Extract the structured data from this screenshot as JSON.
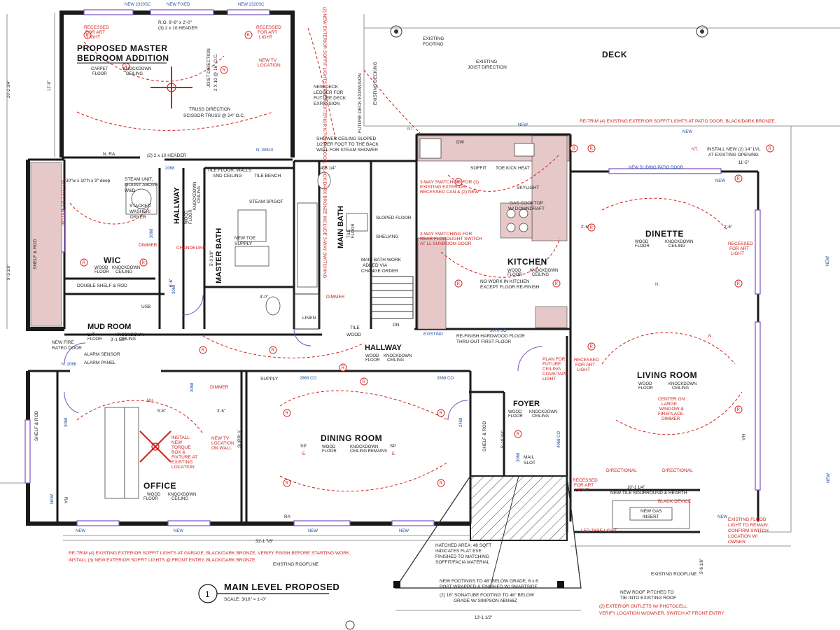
{
  "rooms": {
    "master_line1": "PROPOSED MASTER",
    "master_line2": "BEDROOM ADDITION",
    "wic": "WIC",
    "mud_room": "MUD ROOM",
    "hallway_upper": "HALLWAY",
    "master_bath": "MASTER BATH",
    "main_bath": "MAIN BATH",
    "kitchen": "KITCHEN",
    "dinette": "DINETTE",
    "deck": "DECK",
    "hallway_lower": "HALLWAY",
    "foyer": "FOYER",
    "living_room": "LIVING ROOM",
    "dining_room": "DINING ROOM",
    "office": "OFFICE"
  },
  "finishes": {
    "carpet_floor_1": "CARPET",
    "carpet_floor_2": "FLOOR",
    "knockdown_1": "KNOCKDOWN",
    "knockdown_2": "CEILING",
    "wood": "WOOD",
    "floor": "FLOOR",
    "ceiling": "CEILING",
    "lvt": "LVT",
    "dining_ceiling": "CEILING REMAINS",
    "tile": "TILE",
    "kitchen_ceiling": "KNOCKDOWN CEILING"
  },
  "notes": {
    "recessed_art_light_1": "RECESSED",
    "recessed_art_light_2": "FOR ART",
    "recessed_art_light_3": "LIGHT",
    "new_tv_1": "NEW TV",
    "new_tv_2": "LOCATION",
    "joist_direction_1": "JOIST DIRECTION",
    "joist_direction_2": "2 X 10 @ 16\" O.C.",
    "truss_1": "TRUSS DIRECTION",
    "truss_2": "SCISSOR TRUSS @ 24\" O.C.",
    "ledger_1": "NEW DECK",
    "ledger_2": "LEDGER FOR",
    "ledger_3": "FUTURE DECK",
    "ledger_4": "EXPANSION",
    "future_deck": "FUTURE DECK EXPANSION",
    "existing_decking": "EXISTING DECKING",
    "existing_footing_1": "EXISTING",
    "existing_footing_2": "FOOTING",
    "existing_joist_1": "EXISTING",
    "existing_joist_2": "JOIST DIRECTION",
    "soffit_top": "RE-TRIM (4) EXISTING EXTERIOR SOFFIT LIGHTS AT PATIO DOOR, BLACK/DARK BRONZE.",
    "install_2_lvl_1": "INSTALL NEW (2) 14\" LVL",
    "install_2_lvl_2": "AT EXISTING OPENING",
    "new_sliding_patio": "NEW SLIDING PATIO DOOR",
    "shower_1": "SHOWER CEILING SLOPED",
    "shower_2": "1/2 PER FOOT TO THE BACK",
    "shower_3": "WALL FOR STEAM SHOWER",
    "header_2x10": "(2) 2 x 10 HEADER",
    "ro_master": "R.O. 9'-6\" x 2'-0\"",
    "ro_master_2": "(3) 2 x 10 HEADER",
    "tile_floor_1": "TILE FLOOR, WALLS",
    "tile_floor_2": "AND CEILING",
    "tile_bench": "TILE BENCH",
    "steam_spigot": "STEAM SPIGOT",
    "steam_unit_1": "STEAM UNIT,",
    "steam_unit_2": "MOUNT ABOVE",
    "steam_unit_3": "W&D",
    "stacked_1": "STACKED",
    "stacked_2": "WASHER/",
    "stacked_3": "DRYER",
    "shelf_rod": "SHELF & ROD",
    "double_shelf": "DOUBLE SHELF & ROD",
    "chandelier": "CHANDELIER",
    "dimmer": "DIMMER",
    "new_toe_1": "NEW TOE",
    "new_toe_2": "SUPPLY",
    "main_bath_work_1": "MAIN BATH WORK",
    "main_bath_work_2": "ADDED VIA",
    "main_bath_work_3": "CHANGE ORDER",
    "linen": "LINEN",
    "sloped_floor": "SLOPED FLOOR",
    "shelving": "SHELVING",
    "three_way_1": "3-WAY SWITCHING FOR (1)",
    "three_way_2": "EXISTING EXTERIOR",
    "three_way_3": "RECESSED CAN & (2) NEW",
    "three_way_4": "3-WAY SWITCHING FOR",
    "three_way_5": "REAR FLOODLIGHT SWITCH",
    "three_way_6": "AT LL SUNROOM DOOR",
    "soffit": "SOFFIT",
    "toe_kick": "TOE KICK HEAT",
    "skylight": "SKYLIGHT",
    "gas_cooktop_1": "GAS COOKTOP",
    "gas_cooktop_2": "W/ DOWNDRAFT",
    "no_work_1": "NO WORK IN KITCHEN",
    "no_work_2": "EXCEPT FLOOR RE-FINISH",
    "refinish_1": "RE-FINISH HARDWOOD FLOOR",
    "refinish_2": "THRU OUT FIRST FLOOR",
    "plan_future_1": "PLAN FOR",
    "plan_future_2": "FUTURE",
    "plan_future_3": "CEILING",
    "plan_future_4": "COVE/TAPE",
    "plan_future_5": "LIGHT",
    "center_large_1": "CENTER ON",
    "center_large_2": "LARGE",
    "center_large_3": "WINDOW &",
    "center_large_4": "FIREPLACE.",
    "center_large_5": "DIMMER",
    "new_fire_1": "NEW FIRE",
    "new_fire_2": "RATED DOOR",
    "alarm_sensor": "ALARM SENSOR",
    "alarm_panel": "ALARM PANEL",
    "install_torque_1": "INSTALL",
    "install_torque_2": "NEW",
    "install_torque_3": "TORQUE",
    "install_torque_4": "BOX &",
    "install_torque_5": "FIXTURE AT",
    "install_torque_6": "EXISTING",
    "install_torque_7": "LOCATION",
    "new_tv_wall_1": "NEW TV",
    "new_tv_wall_2": "LOCATION",
    "new_tv_wall_3": "ON WALL",
    "supply": "SUPPLY",
    "mail_slot_1": "MAIL",
    "mail_slot_2": "SLOT",
    "directional": "DIRECTIONAL",
    "new_tile_surround": "NEW TILE SOURROUND & HEARTH",
    "black_device": "BLACK DEVICE",
    "new_gas_1": "NEW GAS",
    "new_gas_2": "INSERT",
    "led_tape": "LED TAPE LIGHT",
    "existing_flood_1": "EXISTING FLOOD",
    "existing_flood_2": "LIGHT TO REMAIN.",
    "existing_flood_3": "CONFIRM SWITCH",
    "existing_flood_4": "LOCATION W/",
    "existing_flood_5": "OWNER.",
    "hatched_1": "HATCHED AREA: 48 SQFT",
    "hatched_2": "INDICATES FLAT EVE",
    "hatched_3": "FINISHED TO MATCHING",
    "hatched_4": "SOFFIT/FACIA MATERIAL",
    "new_footing_1": "NEW FOOTINGS TO 48\" BELOW GRADE, 6 x 6",
    "new_footing_2": "POST WRAPPED & FINISHED W/ SMARTSIDE",
    "new_footing_3": "(2) 16\" SONATUBE FOOTING TO 48\" BELOW",
    "new_footing_4": "GRADE W/ SIMPSON ABU66Z",
    "existing_roofline_1": "EXISTING ROOFLINE",
    "existing_roofline_2": "EXISTING ROOFLINE",
    "new_roof_1": "NEW ROOF PITCHED TO",
    "new_roof_2": "TIE INTO EXISTING ROOF",
    "exterior_outlets_1": "(2) EXTERIOR OUTLETS W/ PHOTOCELL",
    "exterior_outlets_2": "VERIFY LOCATION W/OWNER, SWITCH AT FRONT ENTRY",
    "retrim_bottom_1": "RE-TRIM (4) EXISTING EXTERIOR SOFFIT LIGHTS AT GARAGE, BLACK/DARK BRONZE, VERIFY FINISH BEFORE STARTING WORK.",
    "retrim_bottom_2": "INSTALL (3) NEW EXTERIOR SOFFIT LIGHTS @ FRONT ENTRY, BLACK/DARK BRONZE.",
    "vertical_soffit": "(2) NEW EXTERIOR SOFFIT LIGHTS AT NEW EXTERIOR KITCHEN DOOR, BLACK/DARK BRONZE INCLUDE 3-WAY SWITCHING",
    "washer_box": "30\"w x 10\"h x 9\" deep",
    "install_lvl_wic": "INSTALL (2) 1 1/2\" LVL"
  },
  "tags": {
    "new": "NEW",
    "new_fixed": "NEW FIXED",
    "new_2320sc": "NEW 2320SC",
    "n_ra": "N. RA",
    "ra": "RA",
    "n": "N.",
    "nt": "NT.",
    "e": "E.",
    "nh": "NH.",
    "sp": "SP",
    "r": "R",
    "dn": "DN",
    "tile_tag": "TILE",
    "wood_tag": "WOOD",
    "existing": "EXISTING",
    "usb": "USB",
    "dw": "DW"
  },
  "doors": {
    "d_2068": "2068",
    "d_2868co": "2868 CO",
    "d_3068": "3068",
    "d_3070so": "3070 SO",
    "d_30610": "N. 30610",
    "d_n2068": "N. 2068",
    "d_2468": "2468",
    "d_4068": "4068 CO"
  },
  "dimensions": {
    "overall_bottom": "31'-1 7/8\"",
    "foyer_bottom": "13'-1 1/2\"",
    "master_height": "12'-0\"",
    "left_total": "20'-2 3/4\"",
    "left_lower": "9'-5 1/8\"",
    "top_dinette": "11'-5\"",
    "mud_dim": "3'-1 1/8\"",
    "office_dim1": "5'-6\"",
    "office_dim2": "3'-6\"",
    "dinette_dim": "2'-6\"",
    "dinette_dim2": "2'-6\"",
    "fire_dim": "10'-1 1/4\"",
    "right_dim": "5'-6 1/8\"",
    "hall_dim": "6'-6\"",
    "bath_dim": "4'-0\"",
    "main_bath_dim": "4'-8 1/4\"",
    "bath_dim2": "5'-3 1/8\"",
    "foyer_dim": "5'-10 3/4\""
  },
  "title_block": {
    "number": "1",
    "title": "MAIN LEVEL PROPOSED",
    "scale": "SCALE: 3/16\" = 1'-0\""
  }
}
